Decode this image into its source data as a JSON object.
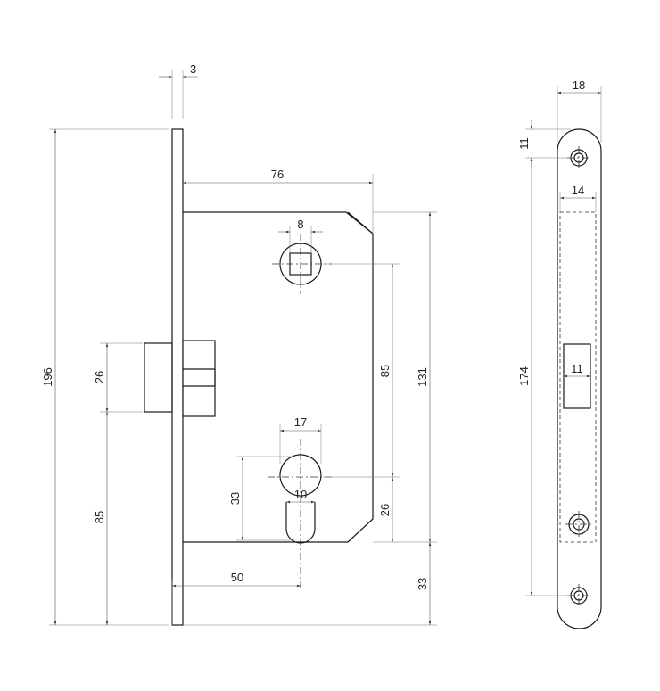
{
  "dimensions": {
    "faceplate_thickness": "3",
    "faceplate_height": "196",
    "backset_overall": "76",
    "spindle_square": "8",
    "spindle_to_cylinder": "85",
    "case_height": "131",
    "latch_height": "26",
    "latch_to_bottom": "85",
    "cylinder_width": "17",
    "cylinder_height": "33",
    "cylinder_slot": "10",
    "bottom_offset_right": "26",
    "bottom_edge_offset": "33",
    "backset": "50",
    "strike_width": "18",
    "strike_hole_offset": "11",
    "strike_recess_width": "14",
    "strike_hole_spacing": "174",
    "strike_opening": "11"
  }
}
